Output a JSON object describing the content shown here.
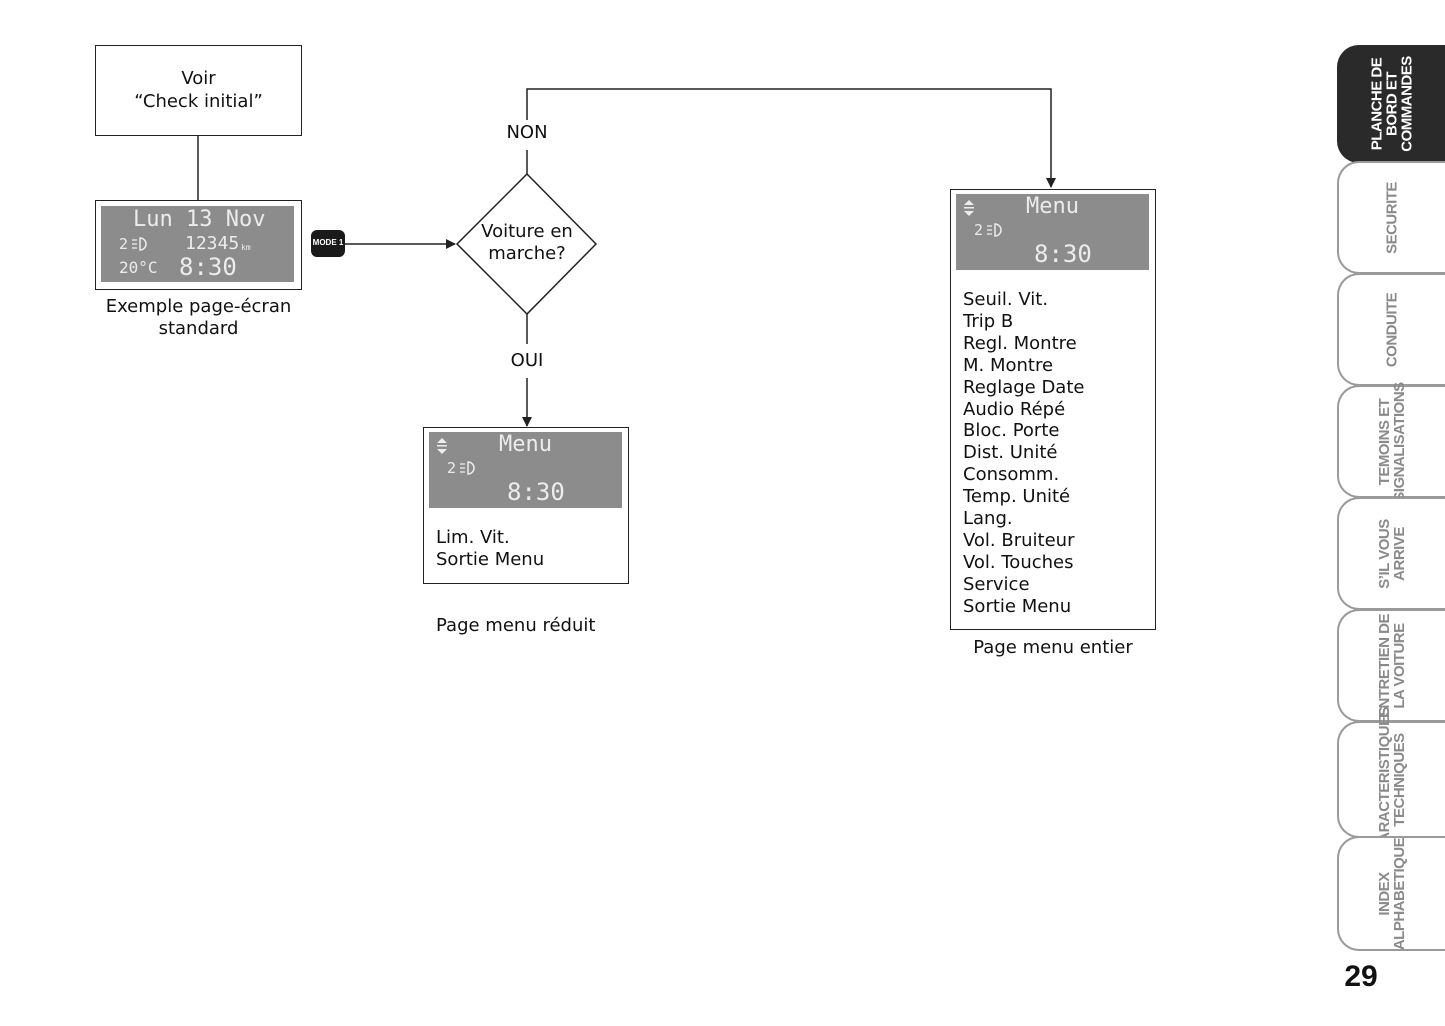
{
  "start_box": {
    "line1": "Voir",
    "line2": "“Check initial”"
  },
  "standard_screen": {
    "date": "Lun 13 Nov",
    "gear": "2",
    "odometer": "12345",
    "odometer_unit": "km",
    "temperature": "20°C",
    "time": "8:30",
    "caption_line1": "Exemple page-écran",
    "caption_line2": "standard"
  },
  "mode_button": {
    "label": "MODE 1"
  },
  "decision": {
    "line1": "Voiture en",
    "line2": "marche?",
    "no_label": "NON",
    "yes_label": "OUI"
  },
  "reduced_menu": {
    "title": "Menu",
    "gear": "2",
    "time": "8:30",
    "items": [
      "Lim. Vit.",
      "Sortie Menu"
    ],
    "caption": "Page menu réduit"
  },
  "full_menu": {
    "title": "Menu",
    "gear": "2",
    "time": "8:30",
    "items": [
      "Seuil. Vit.",
      "Trip B",
      "Regl. Montre",
      "M. Montre",
      "Reglage Date",
      "Audio Répé",
      "Bloc. Porte",
      "Dist. Unité",
      "Consomm.",
      "Temp. Unité",
      "Lang.",
      "Vol. Bruiteur",
      "Vol. Touches",
      "Service",
      "Sortie Menu"
    ],
    "caption": "Page menu entier"
  },
  "side_tabs": [
    {
      "label": "PLANCHE DE\nBORD ET\nCOMMANDES",
      "active": true
    },
    {
      "label": "SECURITE",
      "active": false
    },
    {
      "label": "CONDUITE",
      "active": false
    },
    {
      "label": "TEMOINS ET\nSIGNALISATIONS",
      "active": false
    },
    {
      "label": "S’IL VOUS\nARRIVE",
      "active": false
    },
    {
      "label": "ENTRETIEN DE\nLA VOITURE",
      "active": false
    },
    {
      "label": "CARACTERISTIQUES\nTECHNIQUES",
      "active": false
    },
    {
      "label": "INDEX\nALPHABETIQUE",
      "active": false
    }
  ],
  "page_number": "29",
  "colors": {
    "lcd_background": "#8c8c8c",
    "lcd_text": "#ececec",
    "active_tab": "#2a2a2a",
    "inactive_tab_text": "#8a8a8a"
  }
}
